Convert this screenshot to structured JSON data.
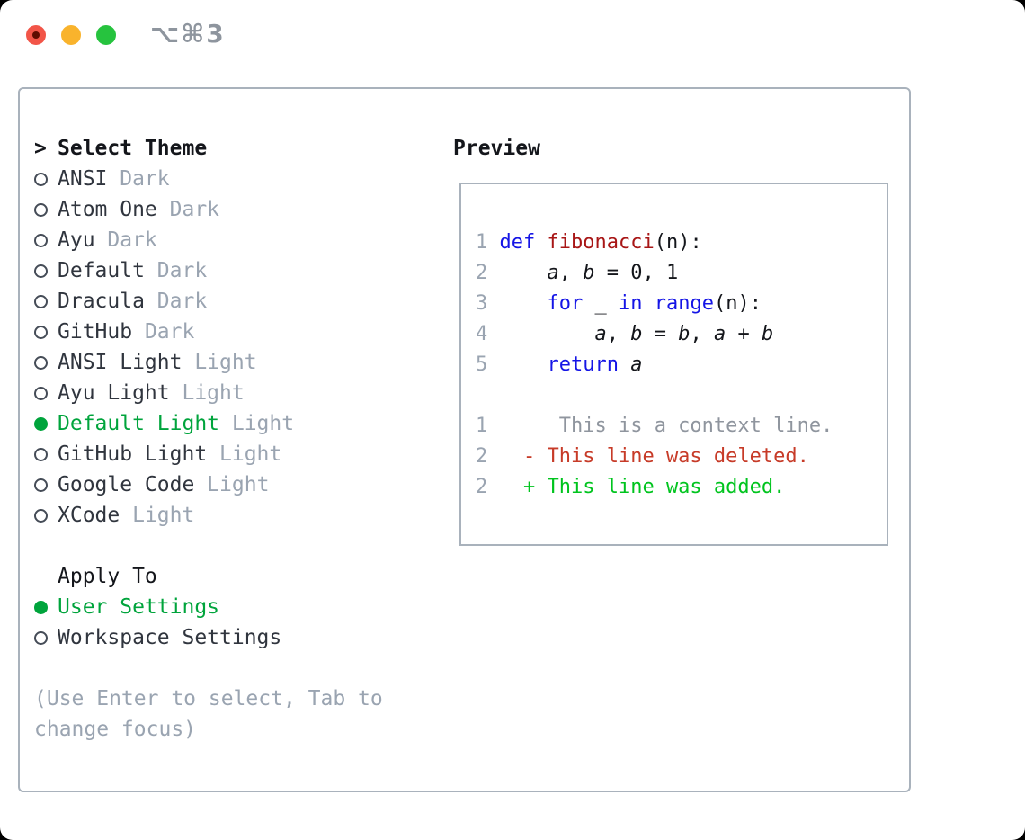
{
  "window": {
    "title": "⌥⌘3"
  },
  "theme_selector": {
    "prompt": ">",
    "header": "Select Theme",
    "items": [
      {
        "name": "ANSI",
        "variant": "Dark",
        "selected": false
      },
      {
        "name": "Atom One",
        "variant": "Dark",
        "selected": false
      },
      {
        "name": "Ayu",
        "variant": "Dark",
        "selected": false
      },
      {
        "name": "Default",
        "variant": "Dark",
        "selected": false
      },
      {
        "name": "Dracula",
        "variant": "Dark",
        "selected": false
      },
      {
        "name": "GitHub",
        "variant": "Dark",
        "selected": false
      },
      {
        "name": "ANSI Light",
        "variant": "Light",
        "selected": false
      },
      {
        "name": "Ayu Light",
        "variant": "Light",
        "selected": false
      },
      {
        "name": "Default Light",
        "variant": "Light",
        "selected": true
      },
      {
        "name": "GitHub Light",
        "variant": "Light",
        "selected": false
      },
      {
        "name": "Google Code",
        "variant": "Light",
        "selected": false
      },
      {
        "name": "XCode",
        "variant": "Light",
        "selected": false
      }
    ],
    "apply_to": {
      "header": "Apply To",
      "options": [
        {
          "name": "User Settings",
          "selected": true
        },
        {
          "name": "Workspace Settings",
          "selected": false
        }
      ]
    },
    "hint": "(Use Enter to select, Tab to change focus)"
  },
  "preview": {
    "title": "Preview",
    "lines": [
      {
        "tokens": [
          {
            "t": "1 ",
            "c": "ln"
          },
          {
            "t": "def",
            "c": "kw"
          },
          {
            "t": " ",
            "c": "pl"
          },
          {
            "t": "fibonacci",
            "c": "fn"
          },
          {
            "t": "(n):",
            "c": "pl"
          }
        ]
      },
      {
        "tokens": [
          {
            "t": "2 ",
            "c": "ln"
          },
          {
            "t": "    ",
            "c": "pl"
          },
          {
            "t": "a",
            "c": "var"
          },
          {
            "t": ", ",
            "c": "pl"
          },
          {
            "t": "b",
            "c": "var"
          },
          {
            "t": " = 0, 1",
            "c": "pl"
          }
        ]
      },
      {
        "tokens": [
          {
            "t": "3 ",
            "c": "ln"
          },
          {
            "t": "    ",
            "c": "pl"
          },
          {
            "t": "for",
            "c": "kw"
          },
          {
            "t": " _ ",
            "c": "pl"
          },
          {
            "t": "in",
            "c": "kw"
          },
          {
            "t": " ",
            "c": "pl"
          },
          {
            "t": "range",
            "c": "kw"
          },
          {
            "t": "(n):",
            "c": "pl"
          }
        ]
      },
      {
        "tokens": [
          {
            "t": "4 ",
            "c": "ln"
          },
          {
            "t": "        ",
            "c": "pl"
          },
          {
            "t": "a",
            "c": "var"
          },
          {
            "t": ", ",
            "c": "pl"
          },
          {
            "t": "b",
            "c": "var"
          },
          {
            "t": " = ",
            "c": "pl"
          },
          {
            "t": "b",
            "c": "var"
          },
          {
            "t": ", ",
            "c": "pl"
          },
          {
            "t": "a",
            "c": "var"
          },
          {
            "t": " + ",
            "c": "pl"
          },
          {
            "t": "b",
            "c": "var"
          }
        ]
      },
      {
        "tokens": [
          {
            "t": "5 ",
            "c": "ln"
          },
          {
            "t": "    ",
            "c": "pl"
          },
          {
            "t": "return",
            "c": "kw"
          },
          {
            "t": " ",
            "c": "pl"
          },
          {
            "t": "a",
            "c": "var"
          }
        ]
      },
      {
        "tokens": []
      },
      {
        "tokens": [
          {
            "t": "1",
            "c": "ln"
          },
          {
            "t": "      ",
            "c": "pl"
          },
          {
            "t": "This is a context line.",
            "c": "ctx"
          }
        ]
      },
      {
        "tokens": [
          {
            "t": "2",
            "c": "ln"
          },
          {
            "t": "   ",
            "c": "pl"
          },
          {
            "t": "- This line was deleted.",
            "c": "del"
          }
        ]
      },
      {
        "tokens": [
          {
            "t": "2",
            "c": "ln"
          },
          {
            "t": "   ",
            "c": "pl"
          },
          {
            "t": "+ This line was added.",
            "c": "add"
          }
        ]
      }
    ]
  },
  "colors": {
    "accent_green": "#00a43c",
    "keyword_blue": "#1515e6",
    "function_red": "#a81616",
    "diff_deleted_red": "#c73b28",
    "diff_added_green": "#00c41e",
    "muted_gray": "#9aa4b1",
    "context_gray": "#8f959e",
    "text_dark": "#14161b",
    "item_text": "#30353e",
    "border_gray": "#a9b2bc",
    "titlebar_gray": "#8e959e",
    "light_red": "#f25548",
    "light_red_dot": "#5f0c00",
    "light_yellow": "#f9b32c",
    "light_green": "#26c33e"
  }
}
